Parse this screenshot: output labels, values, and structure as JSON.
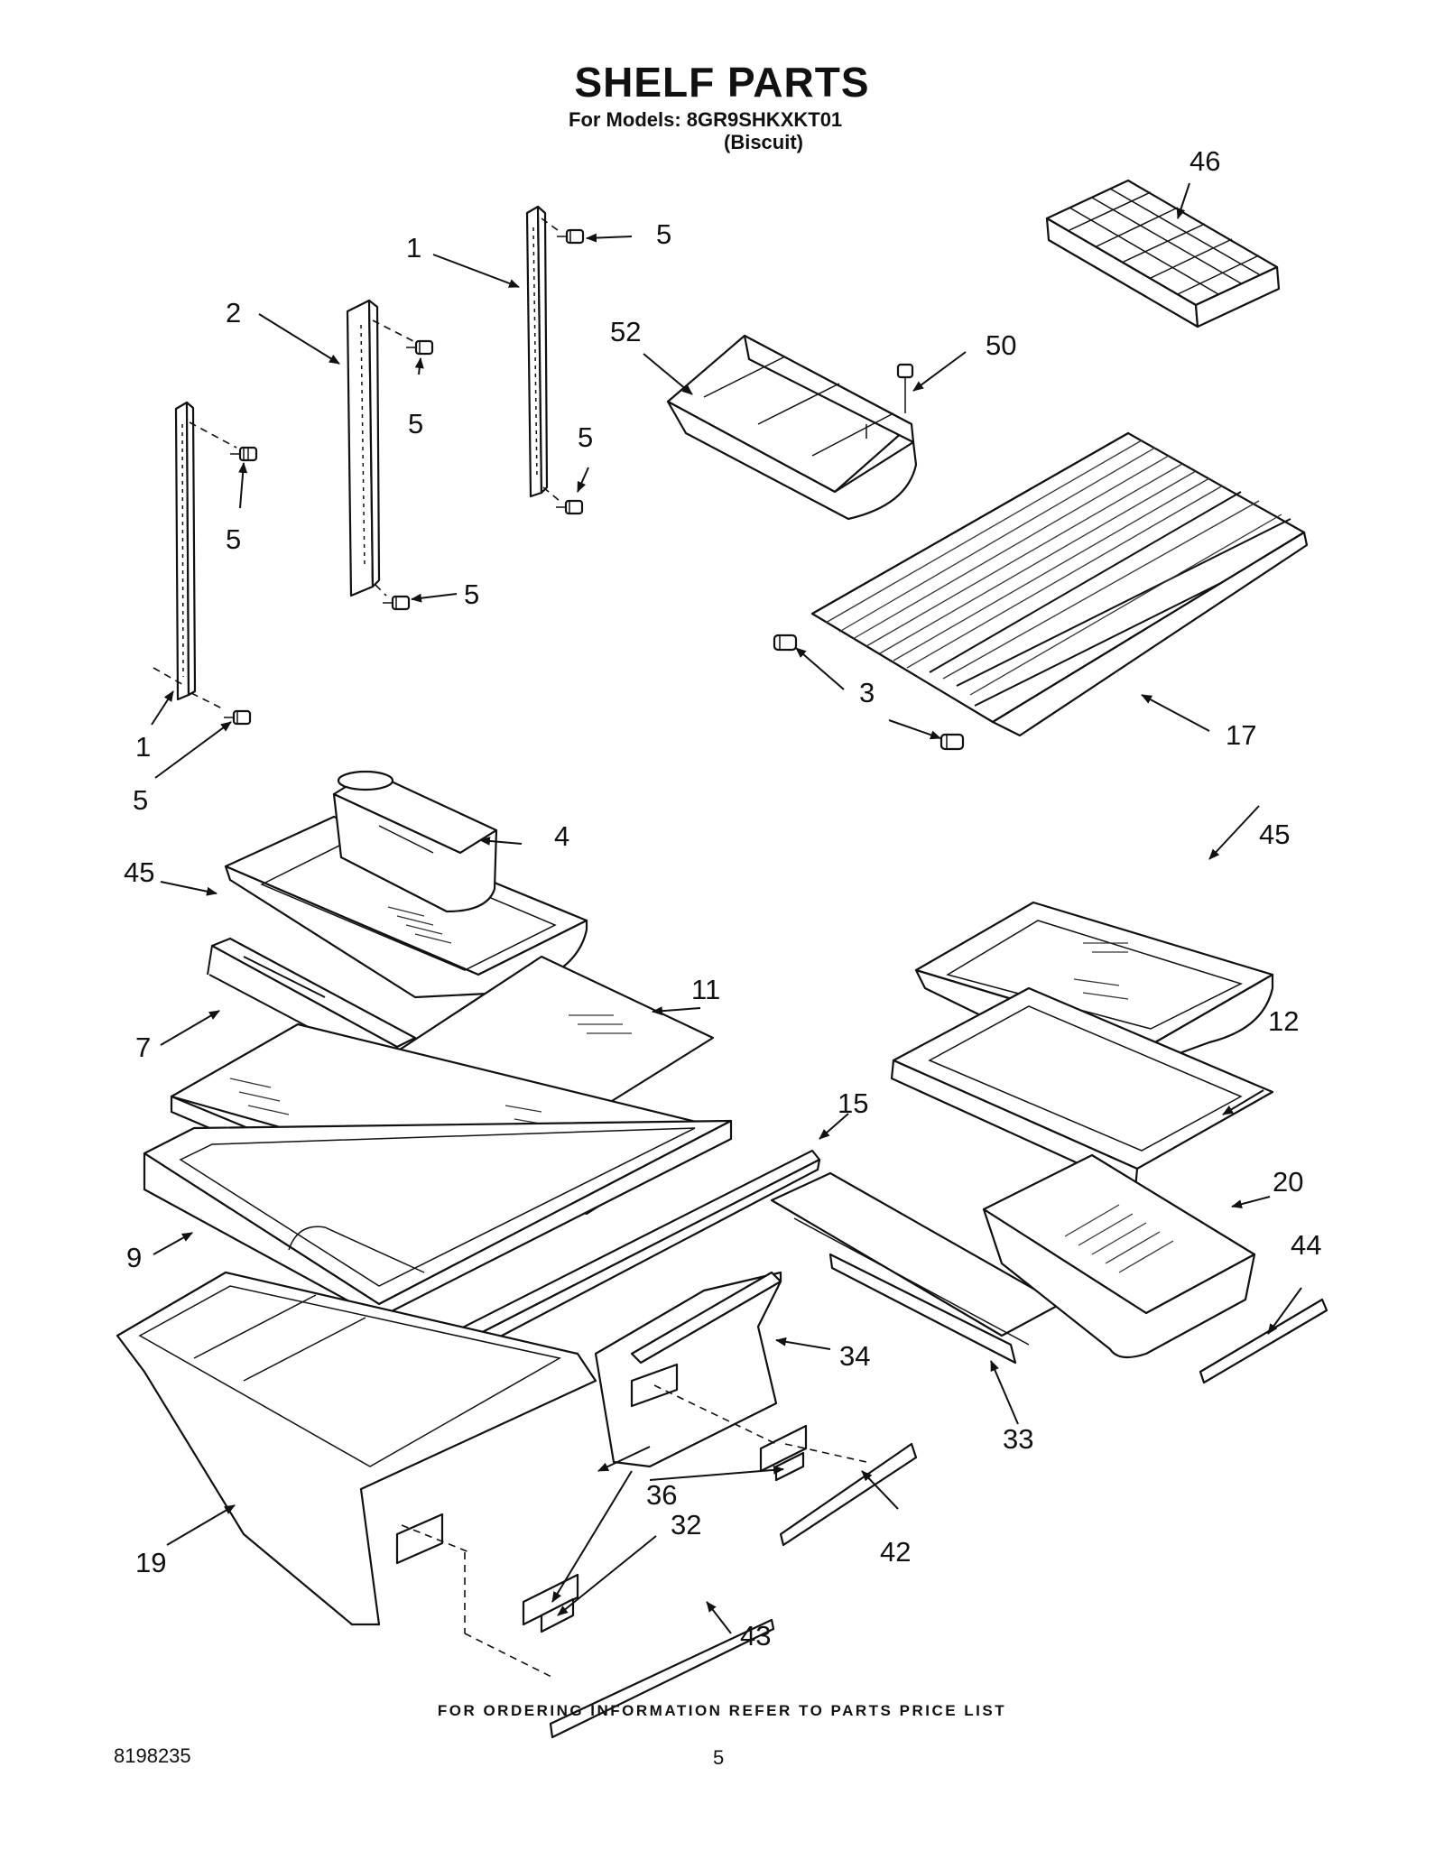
{
  "header": {
    "title": "SHELF PARTS",
    "models_line": "For Models: 8GR9SHKXKT01",
    "color_line": "(Biscuit)"
  },
  "footer": {
    "ordering_note": "FOR ORDERING INFORMATION REFER TO PARTS PRICE LIST",
    "document_number": "8198235",
    "page_number": "5"
  },
  "callouts": {
    "c1a": "1",
    "c1b": "1",
    "c2": "2",
    "c3": "3",
    "c4": "4",
    "c5a": "5",
    "c5b": "5",
    "c5c": "5",
    "c5d": "5",
    "c5e": "5",
    "c5f": "5",
    "c7": "7",
    "c9": "9",
    "c11": "11",
    "c12": "12",
    "c15": "15",
    "c17": "17",
    "c19": "19",
    "c20": "20",
    "c32": "32",
    "c33": "33",
    "c34": "34",
    "c36": "36",
    "c42": "42",
    "c43": "43",
    "c44": "44",
    "c45a": "45",
    "c45b": "45",
    "c46": "46",
    "c50": "50",
    "c52": "52"
  }
}
